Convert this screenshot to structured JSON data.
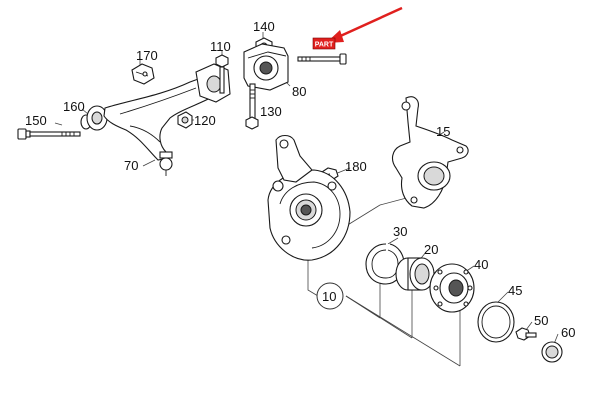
{
  "diagram": {
    "callouts": {
      "c10": "10",
      "c15": "15",
      "c20": "20",
      "c30": "30",
      "c40": "40",
      "c45": "45",
      "c50": "50",
      "c60": "60",
      "c70": "70",
      "c80": "80",
      "c110": "110",
      "c120": "120",
      "c130": "130",
      "c140": "140",
      "c150": "150",
      "c160": "160",
      "c170": "170",
      "c180": "180"
    },
    "stamp_text": "PART",
    "colors": {
      "line": "#1a1a1a",
      "arrow": "#e0201e",
      "shade": "#d9d9d9"
    }
  }
}
